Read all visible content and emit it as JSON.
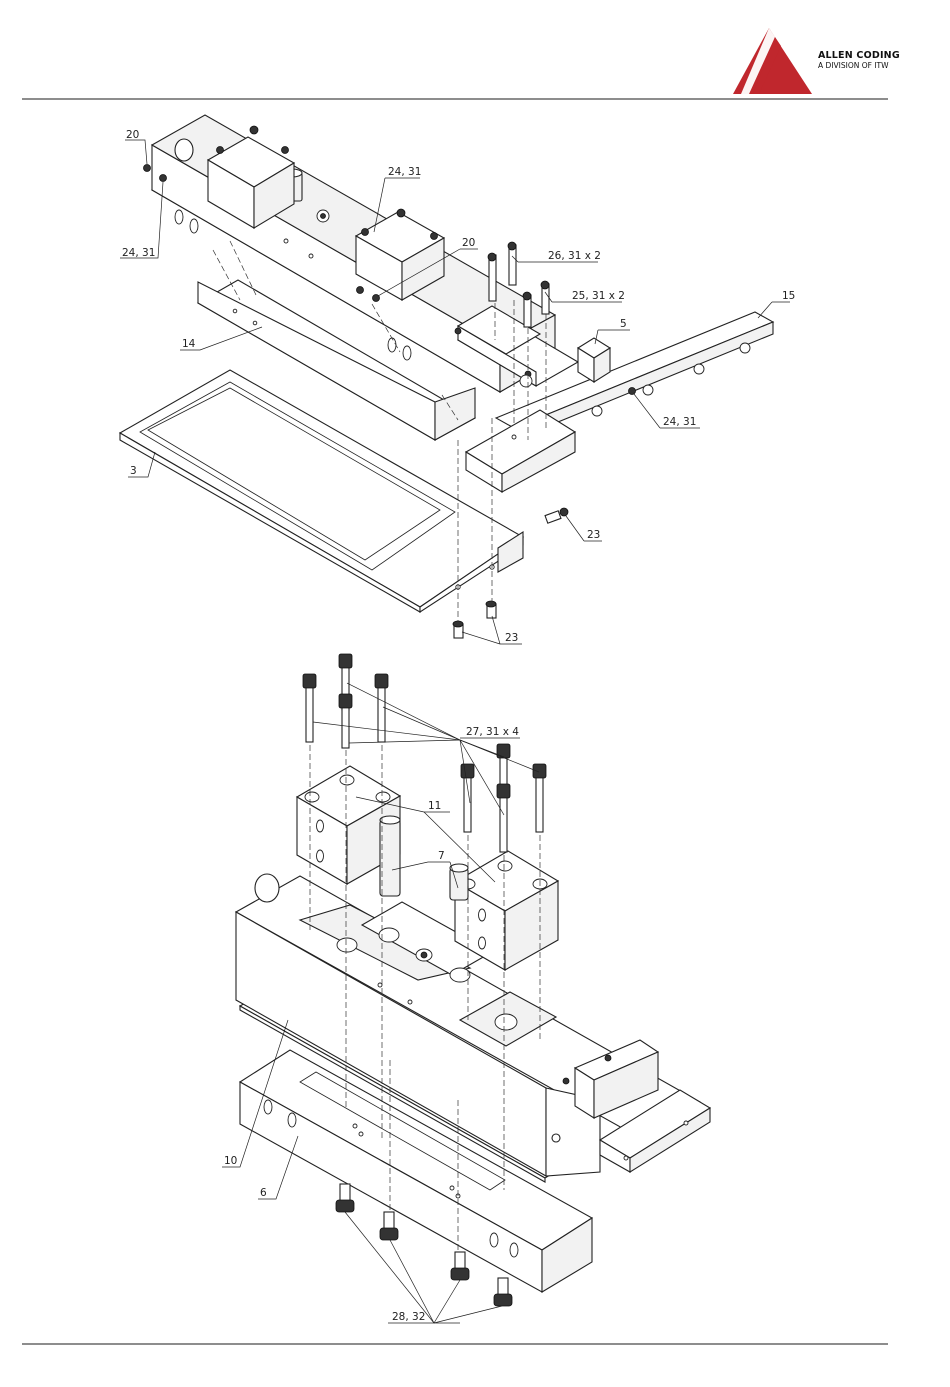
{
  "header": {
    "brand_name": "ALLEN CODING",
    "brand_subtitle": "A DIVISION OF ITW",
    "logo_color": "#c0272d"
  },
  "upper_assembly": {
    "callouts": [
      "20",
      "24, 31",
      "24, 31",
      "20",
      "26, 31 x 2",
      "25, 31 x 2",
      "15",
      "5",
      "14",
      "24, 31",
      "3",
      "23",
      "23"
    ]
  },
  "lower_assembly": {
    "callouts": [
      "27, 31 x 4",
      "11",
      "7",
      "10",
      "6",
      "28, 32"
    ]
  }
}
